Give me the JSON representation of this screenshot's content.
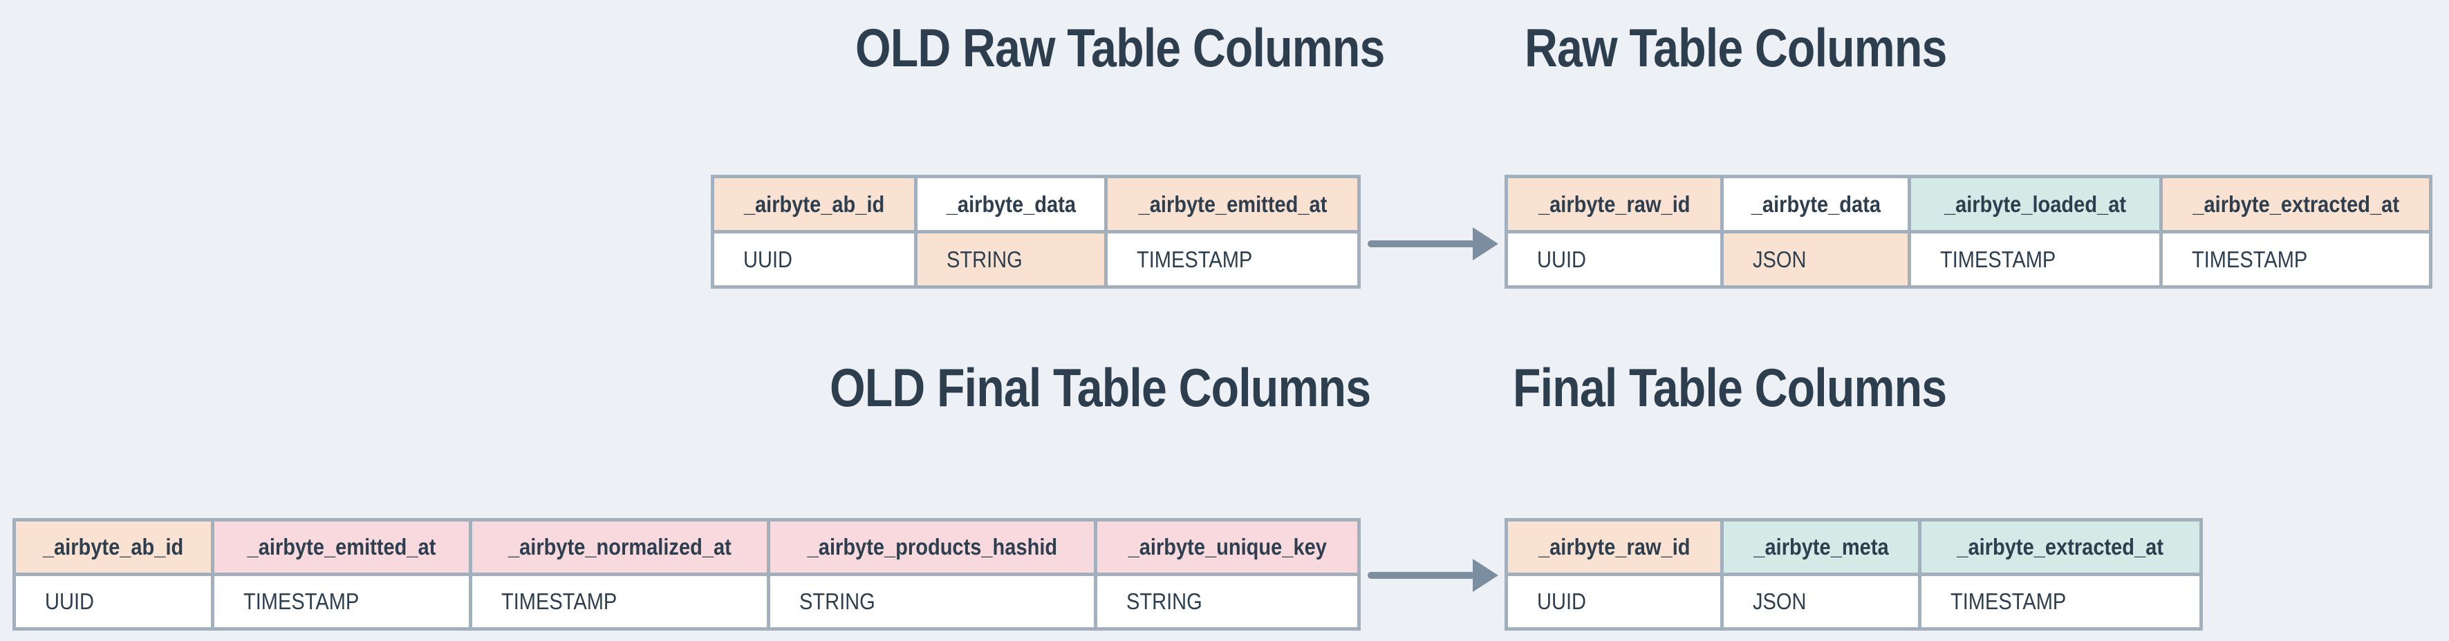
{
  "palette": {
    "background": "#edf1f5",
    "table_border": "#a2b0bd",
    "cell_default": "#ffffff",
    "highlight_peach": "#f9e2d2",
    "highlight_pink": "#f8d9de",
    "highlight_teal": "#d4eae7",
    "text": "#2d3e4e",
    "arrow": "#7b8ea0"
  },
  "tables": {
    "raw_old": {
      "title": "OLD Raw Table Columns",
      "columns": [
        {
          "name": "_airbyte_ab_id",
          "type": "UUID",
          "name_highlight": "peach",
          "type_highlight": null
        },
        {
          "name": "_airbyte_data",
          "type": "STRING",
          "name_highlight": null,
          "type_highlight": "peach"
        },
        {
          "name": "_airbyte_emitted_at",
          "type": "TIMESTAMP",
          "name_highlight": "peach",
          "type_highlight": null
        }
      ]
    },
    "raw_new": {
      "title": "Raw Table Columns",
      "columns": [
        {
          "name": "_airbyte_raw_id",
          "type": "UUID",
          "name_highlight": "peach",
          "type_highlight": null
        },
        {
          "name": "_airbyte_data",
          "type": "JSON",
          "name_highlight": null,
          "type_highlight": "peach"
        },
        {
          "name": "_airbyte_loaded_at",
          "type": "TIMESTAMP",
          "name_highlight": "teal",
          "type_highlight": null
        },
        {
          "name": "_airbyte_extracted_at",
          "type": "TIMESTAMP",
          "name_highlight": "peach",
          "type_highlight": null
        }
      ]
    },
    "final_old": {
      "title": "OLD Final Table Columns",
      "columns": [
        {
          "name": "_airbyte_ab_id",
          "type": "UUID",
          "name_highlight": "peach",
          "type_highlight": null
        },
        {
          "name": "_airbyte_emitted_at",
          "type": "TIMESTAMP",
          "name_highlight": "pink",
          "type_highlight": null
        },
        {
          "name": "_airbyte_normalized_at",
          "type": "TIMESTAMP",
          "name_highlight": "pink",
          "type_highlight": null
        },
        {
          "name": "_airbyte_products_hashid",
          "type": "STRING",
          "name_highlight": "pink",
          "type_highlight": null
        },
        {
          "name": "_airbyte_unique_key",
          "type": "STRING",
          "name_highlight": "pink",
          "type_highlight": null
        }
      ]
    },
    "final_new": {
      "title": "Final Table Columns",
      "columns": [
        {
          "name": "_airbyte_raw_id",
          "type": "UUID",
          "name_highlight": "peach",
          "type_highlight": null
        },
        {
          "name": "_airbyte_meta",
          "type": "JSON",
          "name_highlight": "teal",
          "type_highlight": null
        },
        {
          "name": "_airbyte_extracted_at",
          "type": "TIMESTAMP",
          "name_highlight": "teal",
          "type_highlight": null
        }
      ]
    }
  }
}
